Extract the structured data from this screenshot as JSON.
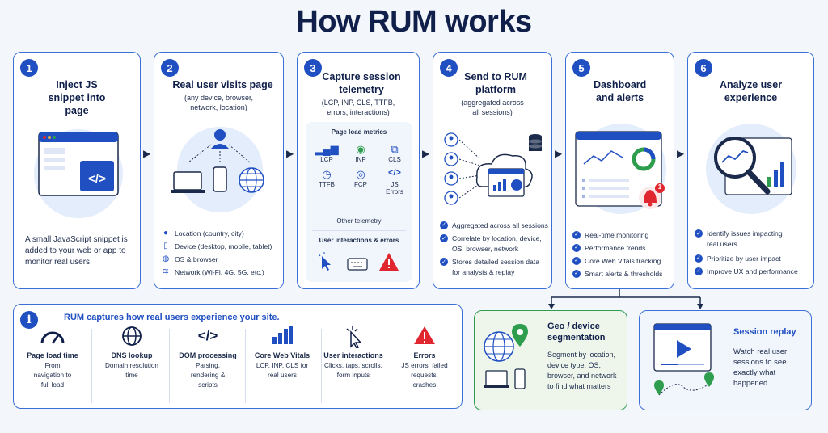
{
  "title": "How RUM works",
  "steps": [
    {
      "num": "1",
      "title": "Inject JS snippet into page",
      "description": "A small JavaScript snippet is added to your web or app to monitor real users.",
      "code_symbol": "</>"
    },
    {
      "num": "2",
      "title": "Real user visits page",
      "subtitle": "(any device, browser, network, location)",
      "items": [
        "Location (country, city)",
        "Device (desktop, mobile, tablet)",
        "OS & browser",
        "Network (Wi-Fi, 4G, 5G, etc.)"
      ]
    },
    {
      "num": "3",
      "title": "Capture session telemetry",
      "subtitle": "(LCP, INP, CLS, TTFB, errors, interactions)",
      "page_load_label": "Page load metrics",
      "metrics": [
        "LCP",
        "INP",
        "CLS",
        "TTFB",
        "FCP",
        "JS Errors"
      ],
      "other_label": "Other telemetry",
      "interactions_label": "User interactions & errors"
    },
    {
      "num": "4",
      "title": "Send to RUM platform",
      "subtitle": "(aggregated across all sessions)",
      "items": [
        "Aggregated across all sessions",
        "Correlate by location, device, OS, browser, network",
        "Stores detailed session data for analysis & replay"
      ]
    },
    {
      "num": "5",
      "title": "Dashboard and alerts",
      "alert_count": "1",
      "items": [
        "Real-time monitoring",
        "Performance trends",
        "Core Web Vitals tracking",
        "Smart alerts & thresholds"
      ]
    },
    {
      "num": "6",
      "title": "Analyze user experience",
      "items": [
        "Identify issues impacting real users",
        "Prioritize by user impact",
        "Improve UX and performance"
      ]
    }
  ],
  "info": {
    "icon_text": "i",
    "heading": "RUM captures how real users experience your site.",
    "columns": [
      {
        "title": "Page load time",
        "sub": "From navigation to full load",
        "icon": "gauge-icon"
      },
      {
        "title": "DNS lookup",
        "sub": "Domain resolution time",
        "icon": "globe-icon"
      },
      {
        "title": "DOM processing",
        "sub": "Parsing, rendering & scripts",
        "icon": "code-icon",
        "symbol": "</>"
      },
      {
        "title": "Core Web Vitals",
        "sub": "LCP, INP, CLS for real users",
        "icon": "bar-chart-icon"
      },
      {
        "title": "User interactions",
        "sub": "Clicks, taps, scrolls, form inputs",
        "icon": "cursor-icon"
      },
      {
        "title": "Errors",
        "sub": "JS errors, failed requests, crashes",
        "icon": "warning-icon"
      }
    ]
  },
  "geo": {
    "title": "Geo / device segmentation",
    "description": "Segment by location, device type, OS, browser, and network to find what matters"
  },
  "replay": {
    "title": "Session replay",
    "description": "Watch real user sessions to see exactly what happened"
  },
  "colors": {
    "primary": "#1f4fc1",
    "title": "#10204a",
    "border": "#3a6fd8",
    "error": "#e0262e",
    "green": "#2e9e4e",
    "green_bg": "#eef6ec"
  }
}
